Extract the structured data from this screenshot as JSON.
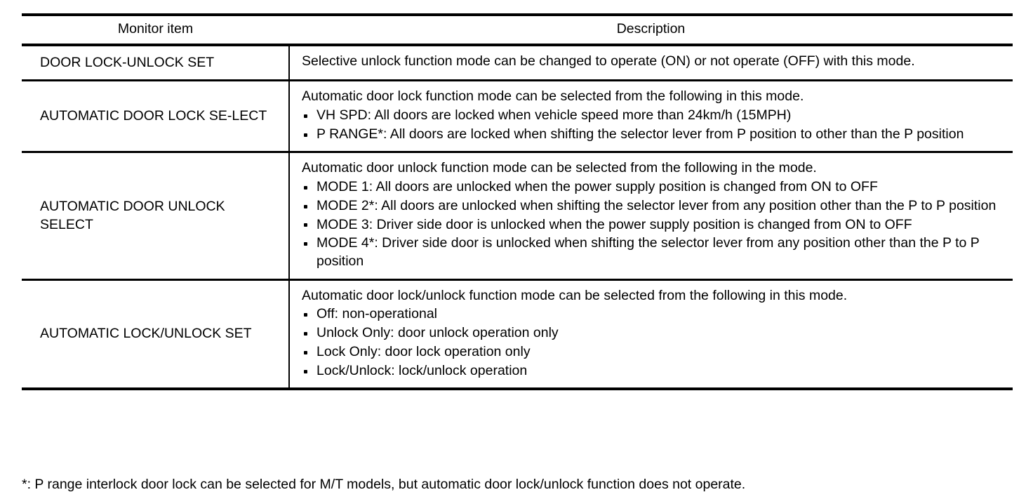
{
  "table": {
    "columns": [
      {
        "key": "monitor_item",
        "label": "Monitor item"
      },
      {
        "key": "description",
        "label": "Description"
      }
    ],
    "rows": [
      {
        "item": "DOOR LOCK-UNLOCK SET",
        "lead": "Selective unlock function mode can be changed to operate (ON) or not operate (OFF) with this mode.",
        "bullets": []
      },
      {
        "item": "AUTOMATIC DOOR LOCK SE-LECT",
        "lead": "Automatic door lock function mode can be selected from the following in this mode.",
        "bullets": [
          "VH SPD: All doors are locked when vehicle speed more than 24km/h (15MPH)",
          "P RANGE*: All doors are locked when shifting the selector lever from P position to other than the P position"
        ]
      },
      {
        "item": "AUTOMATIC DOOR UNLOCK SELECT",
        "lead": "Automatic door unlock function mode can be selected from the following in the mode.",
        "bullets": [
          "MODE 1: All doors are unlocked when the power supply position is changed from ON to OFF",
          "MODE 2*: All doors are unlocked when shifting the selector lever from any position other than the P to P position",
          "MODE 3: Driver side door is unlocked when the power supply position is changed from ON to OFF",
          "MODE 4*: Driver side door is unlocked when shifting the selector lever from any position other than the P to P position"
        ]
      },
      {
        "item": "AUTOMATIC LOCK/UNLOCK SET",
        "lead": "Automatic door lock/unlock function mode can be selected from the following in this mode.",
        "bullets": [
          "Off: non-operational",
          "Unlock Only: door unlock operation only",
          "Lock Only: door lock operation only",
          "Lock/Unlock: lock/unlock operation"
        ]
      }
    ]
  },
  "footnote": "*: P range interlock door lock can be selected for M/T models, but automatic door lock/unlock function does not operate.",
  "colors": {
    "text": "#000000",
    "background": "#ffffff",
    "rule": "#000000"
  }
}
